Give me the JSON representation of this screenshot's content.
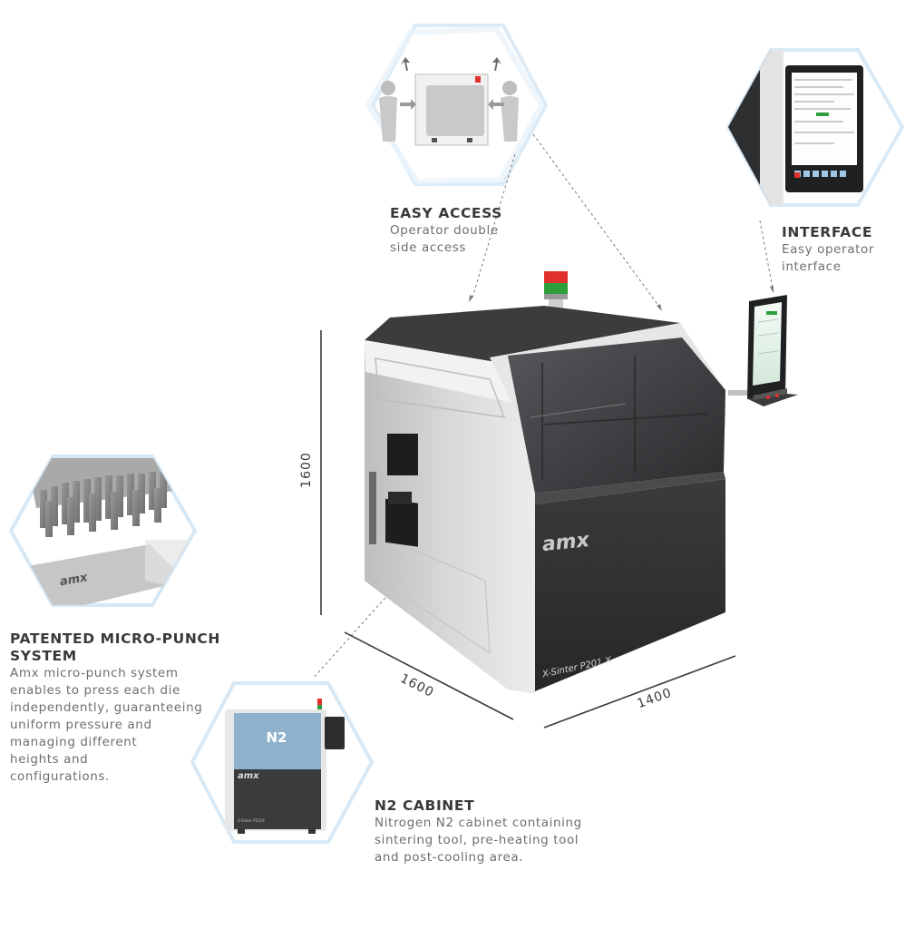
{
  "features": {
    "easy_access": {
      "title": "EASY ACCESS",
      "desc": [
        "Operator double",
        "side access"
      ]
    },
    "interface": {
      "title": "INTERFACE",
      "desc": [
        "Easy operator",
        "interface"
      ]
    },
    "micro_punch": {
      "title": [
        "PATENTED MICRO-PUNCH",
        "SYSTEM"
      ],
      "desc": [
        "Amx micro-punch system",
        "enables to press each die",
        "independently, guaranteeing",
        "uniform pressure and",
        "managing different",
        "heights and",
        "configurations."
      ]
    },
    "n2_cabinet": {
      "title": "N2 CABINET",
      "desc": [
        "Nitrogen N2 cabinet containing",
        "sintering tool, pre-heating tool",
        "and post-cooling area."
      ]
    }
  },
  "dimensions": {
    "height": "1600",
    "depth": "1600",
    "width": "1400"
  },
  "machine": {
    "brand": "amx",
    "model": "X-Sinter P201 X"
  },
  "n2_thumb": {
    "badge": "N2",
    "brand": "amx",
    "model": "X-Sinter P201X"
  },
  "punch_thumb": {
    "brand": "amx"
  },
  "colors": {
    "hex_glow": "#cde6f6",
    "hex_glow_light": "#e6f3fb",
    "machine_dark": "#2f3032",
    "machine_panel": "#d8d8d8",
    "n2_blue": "#8fb2cc",
    "lamp_red": "#e0312c",
    "lamp_green": "#2e9d3c"
  }
}
